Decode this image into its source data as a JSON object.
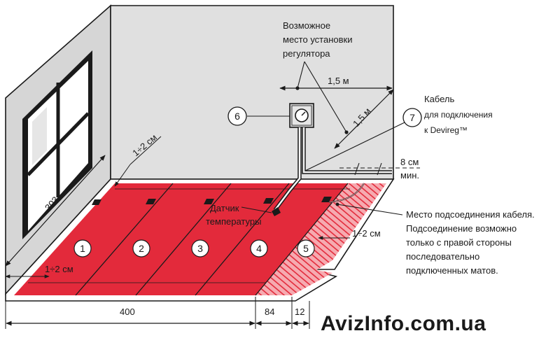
{
  "labels": {
    "regulator_place": [
      "Возможное",
      "место установки",
      "регулятора"
    ],
    "cable": [
      "Кабель",
      "для подключения",
      "к Devireg™"
    ],
    "sensor": [
      "Датчик",
      "температуры"
    ],
    "connection": [
      "Место подсоединения кабеля.",
      "Подсоединение возможно",
      "только с правой стороны",
      "последовательно",
      "подключенных матов."
    ]
  },
  "dimensions": {
    "d_1_5_h": "1,5 м",
    "d_1_5_v": "1,5 м",
    "gap_top": "1÷2 см",
    "gap_left": "1÷2 см",
    "gap_right": "1÷2 см",
    "min_gap_value": "8 см",
    "min_gap_unit": "мин.",
    "side_length": "303",
    "len_main": "400",
    "len_mat5": "84",
    "len_edge": "12"
  },
  "callouts": {
    "regulator": "6",
    "cable": "7"
  },
  "mats": [
    "1",
    "2",
    "3",
    "4",
    "5"
  ],
  "watermark": "AvizInfo.com.ua",
  "colors": {
    "wall": "#dcdcdc",
    "floor": "#e32a3b",
    "hatch_bg": "#f5a8ad"
  }
}
